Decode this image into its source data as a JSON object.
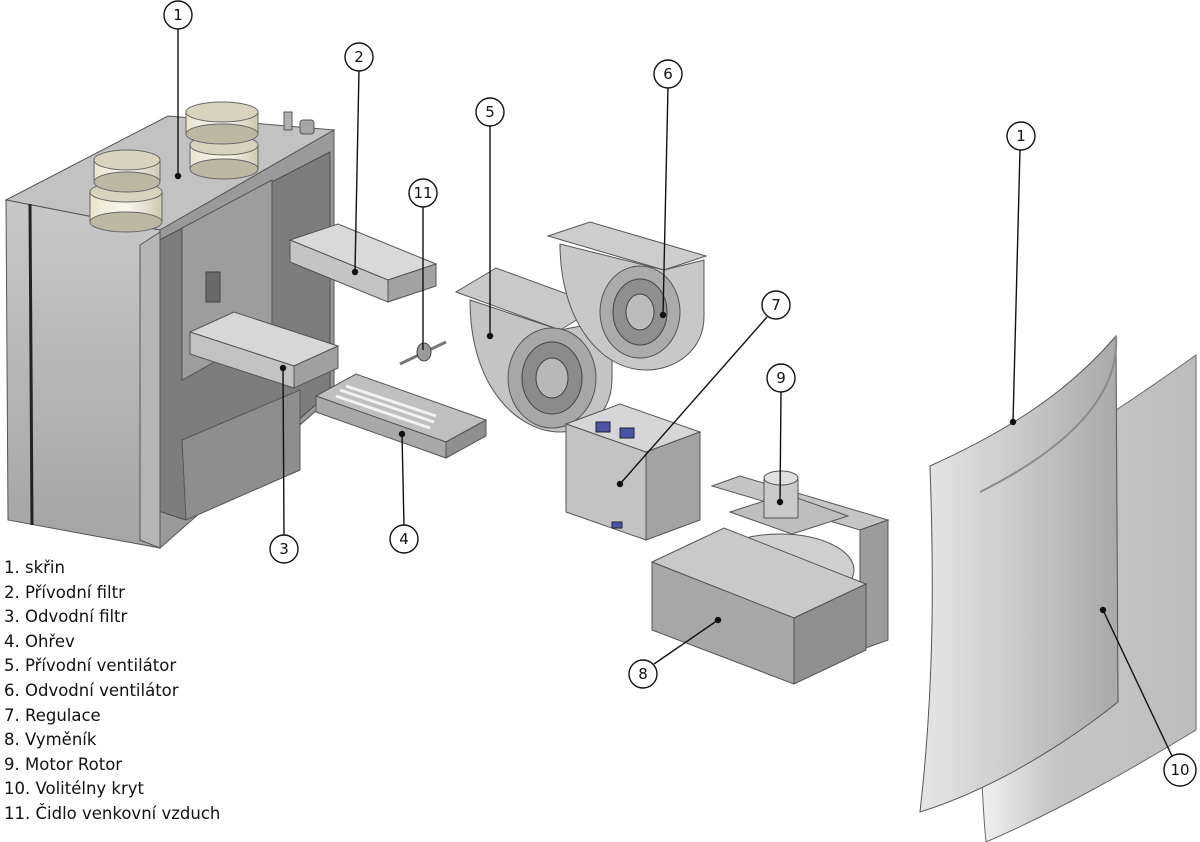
{
  "callouts": [
    "1",
    "2",
    "3",
    "4",
    "5",
    "6",
    "7",
    "8",
    "9",
    "10",
    "11"
  ],
  "legend": [
    "1. skřin",
    "2. Přívodní filtr",
    "3. Odvodní filtr",
    "4. Ohřev",
    "5. Přívodní ventilátor",
    "6. Odvodní ventilátor",
    "7. Regulace",
    "8. Vyměník",
    "9. Motor Rotor",
    "10. Volitélny kryt",
    "11. Čidlo venkovní vzduch"
  ],
  "colors": {
    "metal_light": "#d2d2d2",
    "metal_mid": "#b3b3b3",
    "metal_dark": "#8a8a8a",
    "metal_shadow": "#6e6e6e",
    "connector_blue": "#4a55a8"
  }
}
